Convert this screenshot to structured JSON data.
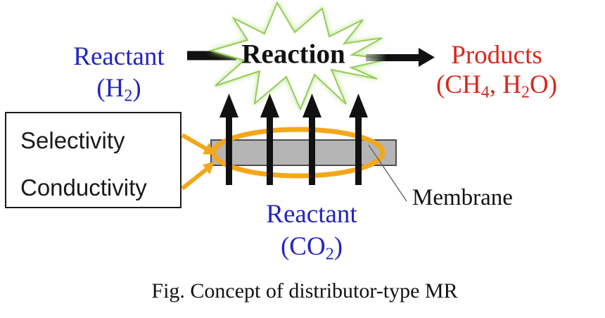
{
  "figure": {
    "caption": "Fig. Concept of distributor-type MR",
    "reaction_label": "Reaction",
    "reactant_top": {
      "label": "Reactant",
      "formula_parts": [
        "(H",
        "2",
        ")"
      ]
    },
    "products": {
      "label": "Products",
      "formula_parts": [
        "(CH",
        "4",
        ", H",
        "2",
        "O)"
      ]
    },
    "reactant_bottom": {
      "label": "Reactant",
      "formula_parts": [
        "(CO",
        "2",
        ")"
      ]
    },
    "properties_box": {
      "items": [
        "Selectivity",
        "Conductivity"
      ]
    },
    "membrane_label": "Membrane",
    "colors": {
      "reactant_blue": "#2323c3",
      "products_red": "#d9261c",
      "highlight_orange": "#f3a71b",
      "membrane_gray": "#b5b5b5",
      "burst_outline_green": "#94cc52",
      "arrow_black": "#111111"
    },
    "icons": {
      "reaction_burst": "starburst-explosion-icon",
      "up_arrows": "upward-permeation-arrows-icon",
      "left_flow_arrow": "right-arrow-icon",
      "right_flow_arrow": "right-arrow-icon",
      "membrane_callout": "leader-line"
    }
  }
}
